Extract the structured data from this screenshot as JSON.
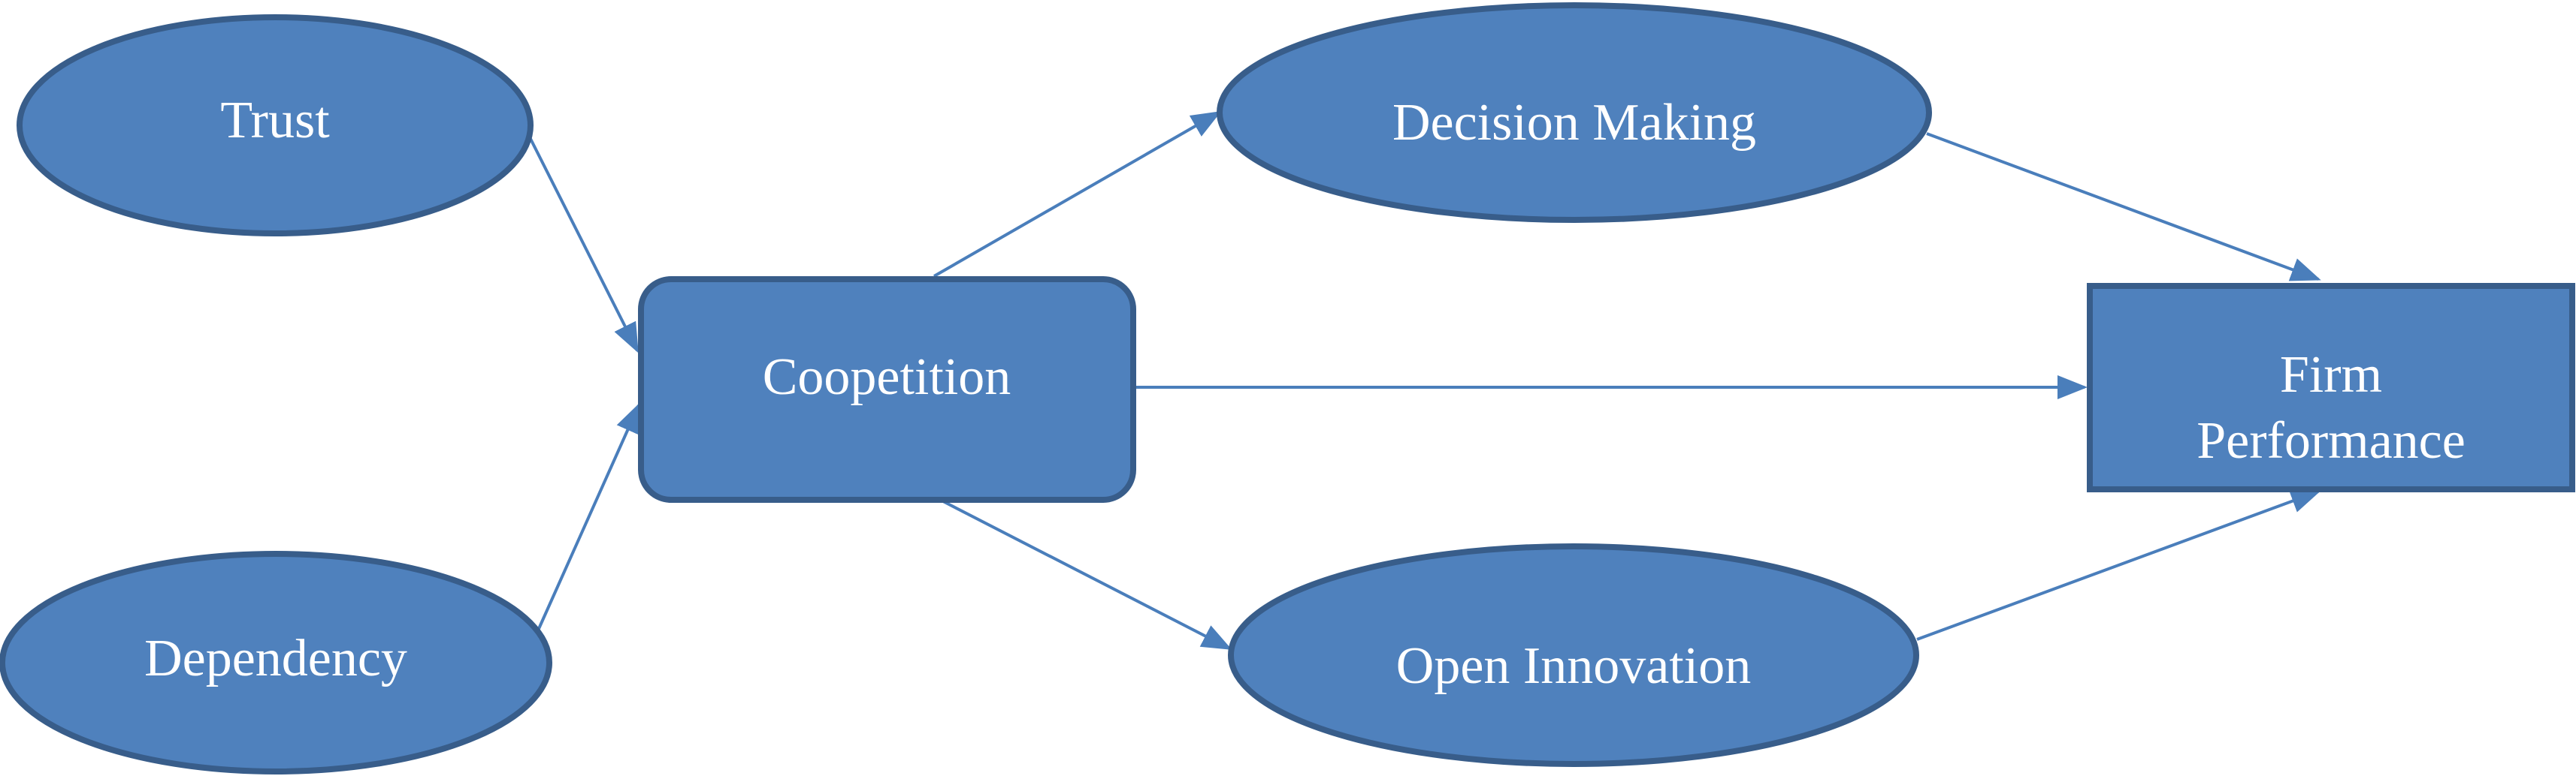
{
  "diagram": {
    "nodes": {
      "trust": {
        "label": "Trust",
        "shape": "ellipse"
      },
      "dependency": {
        "label": "Dependency",
        "shape": "ellipse"
      },
      "coopetition": {
        "label": "Coopetition",
        "shape": "rounded-rectangle"
      },
      "decision_making": {
        "label": "Decision Making",
        "shape": "ellipse"
      },
      "open_innovation": {
        "label": "Open Innovation",
        "shape": "ellipse"
      },
      "firm_performance": {
        "line1": "Firm",
        "line2": "Performance",
        "shape": "rectangle"
      }
    },
    "edges": [
      {
        "from": "Trust",
        "to": "Coopetition"
      },
      {
        "from": "Dependency",
        "to": "Coopetition"
      },
      {
        "from": "Coopetition",
        "to": "Decision Making"
      },
      {
        "from": "Coopetition",
        "to": "Open Innovation"
      },
      {
        "from": "Coopetition",
        "to": "Firm Performance"
      },
      {
        "from": "Decision Making",
        "to": "Firm Performance"
      },
      {
        "from": "Open Innovation",
        "to": "Firm Performance"
      }
    ],
    "colors": {
      "node_fill": "#4f81bd",
      "node_border": "#385d8a",
      "edge": "#4a7ebb",
      "text": "#ffffff"
    }
  }
}
